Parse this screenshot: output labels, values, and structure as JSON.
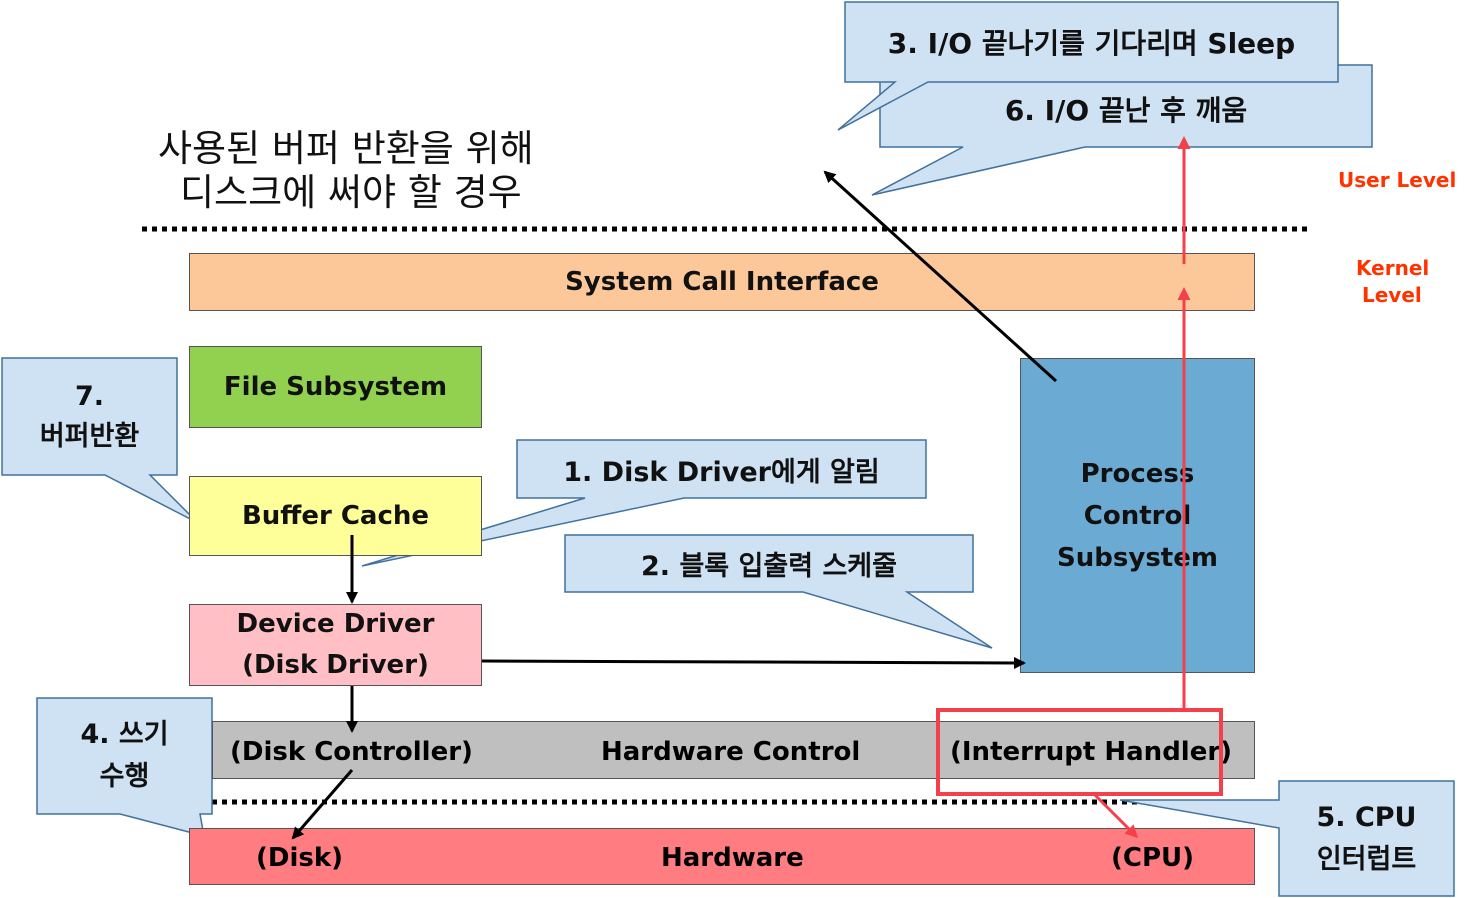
{
  "colors": {
    "syscall": "#fcc89a",
    "file": "#92d050",
    "buffer": "#ffff99",
    "driver": "#ffbfc4",
    "hwcontrol": "#bfbfbf",
    "hardware": "#ff7c80",
    "process": "#6baad3",
    "callout": "#cfe2f3",
    "red": "#ff0000",
    "redline": "#f4404a"
  },
  "heading": {
    "line1": "사용된 버퍼 반환을 위해",
    "line2": "디스크에 써야 할 경우"
  },
  "levels": {
    "user": "User Level",
    "kernel_line1": "Kernel",
    "kernel_line2": "Level"
  },
  "blocks": {
    "syscall": "System Call Interface",
    "file": "File Subsystem",
    "buffer": "Buffer Cache",
    "driver_line1": "Device Driver",
    "driver_line2": "(Disk Driver)",
    "hw_control_left": "(Disk Controller)",
    "hw_control_mid": "Hardware Control",
    "hw_control_right": "(Interrupt Handler)",
    "hardware_left": "(Disk)",
    "hardware_mid": "Hardware",
    "hardware_right": "(CPU)",
    "process_line1": "Process",
    "process_line2": "Control",
    "process_line3": "Subsystem"
  },
  "callouts": {
    "c1": "1. Disk Driver에게 알림",
    "c2": "2. 블록 입출력 스케줄",
    "c3": "3. I/O 끝나기를 기다리며 Sleep",
    "c4_line1": "4. 쓰기",
    "c4_line2": "수행",
    "c5_line1": "5. CPU",
    "c5_line2": "인터럽트",
    "c6": "6. I/O 끝난 후 깨움",
    "c7_line1": "7.",
    "c7_line2": "버퍼반환"
  }
}
